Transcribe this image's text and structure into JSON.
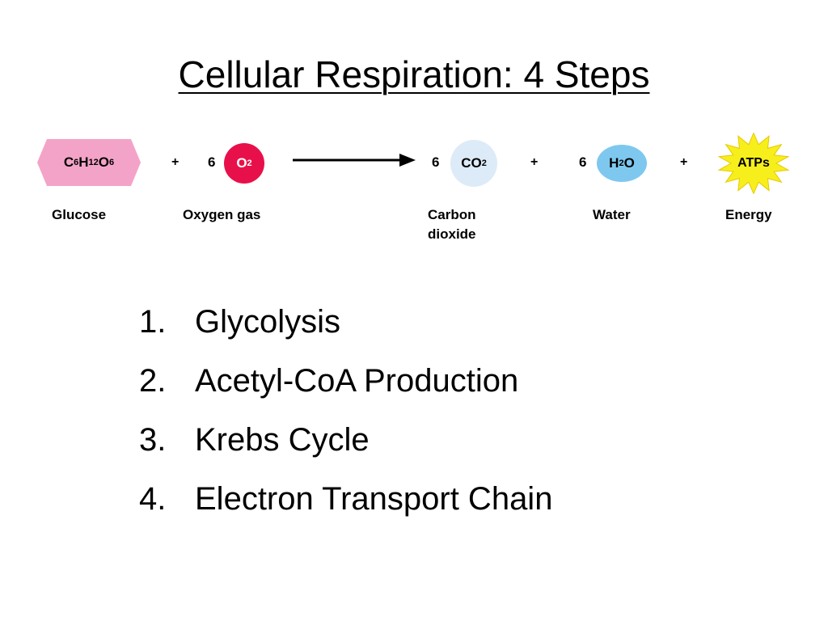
{
  "slide": {
    "title": "Cellular Respiration: 4 Steps"
  },
  "equation": {
    "glucose": {
      "main1": "C",
      "sub1": "6",
      "main2": "H",
      "sub2": "12",
      "main3": "O",
      "sub3": "6",
      "label": "Glucose",
      "color": "#f4a3c8"
    },
    "plus1": "+",
    "oxygen": {
      "coef": "6",
      "main": "O",
      "sub": "2",
      "label": "Oxygen gas",
      "color": "#e8104a"
    },
    "carbon_dioxide": {
      "coef": "6",
      "main": "CO",
      "sub": "2",
      "label_line1": "Carbon",
      "label_line2": "dioxide",
      "color": "#dcebf7"
    },
    "plus2": "+",
    "water": {
      "coef": "6",
      "main1": "H",
      "sub": "2",
      "main2": "O",
      "label": "Water",
      "color": "#7ec8ef"
    },
    "plus3": "+",
    "atp": {
      "text": "ATPs",
      "label": "Energy",
      "color": "#f6ef1c"
    }
  },
  "steps": [
    {
      "num": "1.",
      "text": "Glycolysis"
    },
    {
      "num": "2.",
      "text": "Acetyl-CoA Production"
    },
    {
      "num": "3.",
      "text": "Krebs Cycle"
    },
    {
      "num": "4.",
      "text": "Electron Transport Chain"
    }
  ]
}
